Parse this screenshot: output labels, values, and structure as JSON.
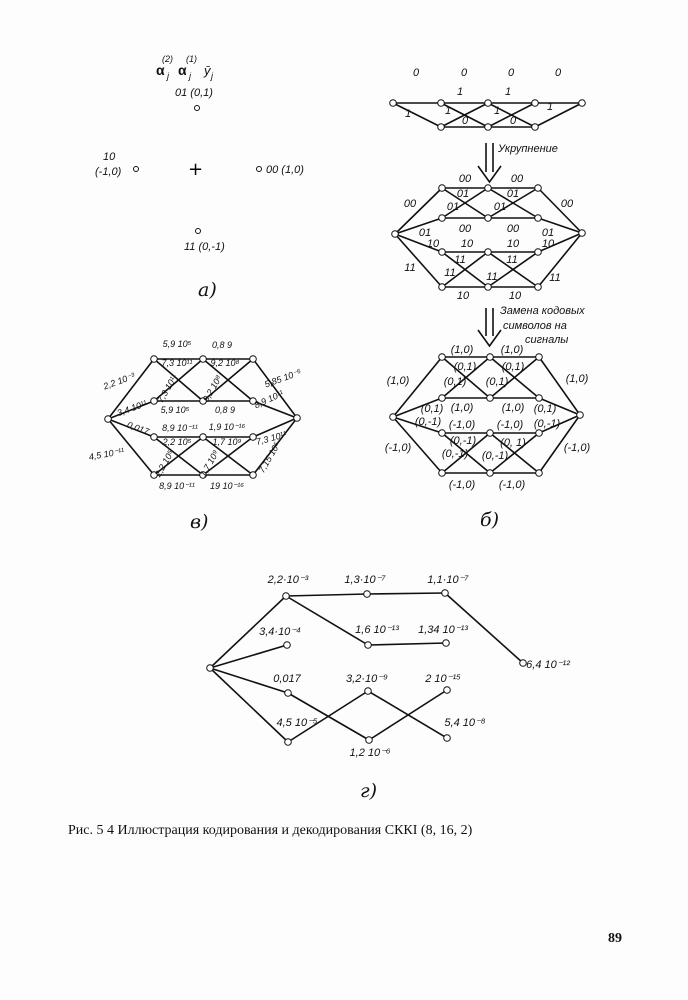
{
  "constellation": {
    "header": {
      "alpha2": "α",
      "alpha2_sup": "(2)",
      "alpha1": "α",
      "alpha1_sup": "(1)",
      "sub": "j",
      "y": "ȳ"
    },
    "points": [
      "01 (0,1)",
      "10",
      "(-1,0)",
      "00 (1,0)",
      "11 (0,-1)"
    ],
    "label": "а)"
  },
  "binary_trellis": {
    "labels": [
      "0",
      "0",
      "0",
      "0",
      "1",
      "1",
      "1",
      "1",
      "1",
      "0",
      "0",
      "1"
    ],
    "arrow_text": "Укрупнение"
  },
  "merged_trellis": {
    "labels": [
      "00",
      "00",
      "00",
      "00",
      "01",
      "01",
      "01",
      "01",
      "00",
      "00",
      "01",
      "01",
      "10",
      "10",
      "10",
      "10",
      "11",
      "11",
      "11",
      "11",
      "11",
      "11",
      "10",
      "10"
    ],
    "arrow_text": [
      "Замена кодовых",
      "символов на",
      "сигналы"
    ]
  },
  "signal_trellis": {
    "labels": [
      "(1,0)",
      "(1,0)",
      "(1,0)",
      "(1,0)",
      "(0,1)",
      "(0,1)",
      "(0,1)",
      "(0,1)",
      "(1,0)",
      "(1,0)",
      "(0,1)",
      "(0,1)",
      "(0,-1)",
      "(-1,0)",
      "(-1,0)",
      "(0,-1)",
      "(0,-1)",
      "(0, 1)",
      "(-1,0)",
      "(-1,0)",
      "(0,-1)",
      "(0,-1)",
      "(-1,0)",
      "(-1,0)"
    ],
    "label": "б)"
  },
  "metric_trellis": {
    "labels": [
      "5,9 10⁵",
      "0,8 9",
      "2,2 10⁻³",
      "5,85 10⁻⁵",
      "7,3 10¹¹",
      "9,2 10⁸",
      "7,3 10¹¹",
      "9,2 10⁸",
      "8,9 10¹¹",
      "3,4 10¹¹",
      "5,9 10⁵",
      "0,8 9",
      "0,017",
      "8,9 10⁻¹¹",
      "1,9 10⁻¹⁶",
      "7,3 10¹¹",
      "2,2 10⁵",
      "1,7 10⁹",
      "4,5 10⁻¹¹",
      "2,2 10⁵",
      "1,7 10⁹",
      "7,15 10⁵",
      "8,9 10⁻¹¹",
      "19 10⁻¹⁶"
    ],
    "label": "в)"
  },
  "decoding_tree": {
    "labels": [
      "2,2·10⁻³",
      "1,3·10⁻⁷",
      "1,1·10⁻⁷",
      "3,4·10⁻⁴",
      "1,6 10⁻¹³",
      "1,34 10⁻¹³",
      "6,4 10⁻¹²",
      "0,017",
      "3,2·10⁻⁹",
      "2 10⁻¹⁵",
      "4,5 10⁻⁵",
      "5,4 10⁻⁸",
      "1,2 10⁻⁶"
    ],
    "label": "г)"
  },
  "caption": "Рис. 5 4  Иллюстрация кодирования и декодирования СККI (8, 16, 2)",
  "page_number": "89"
}
